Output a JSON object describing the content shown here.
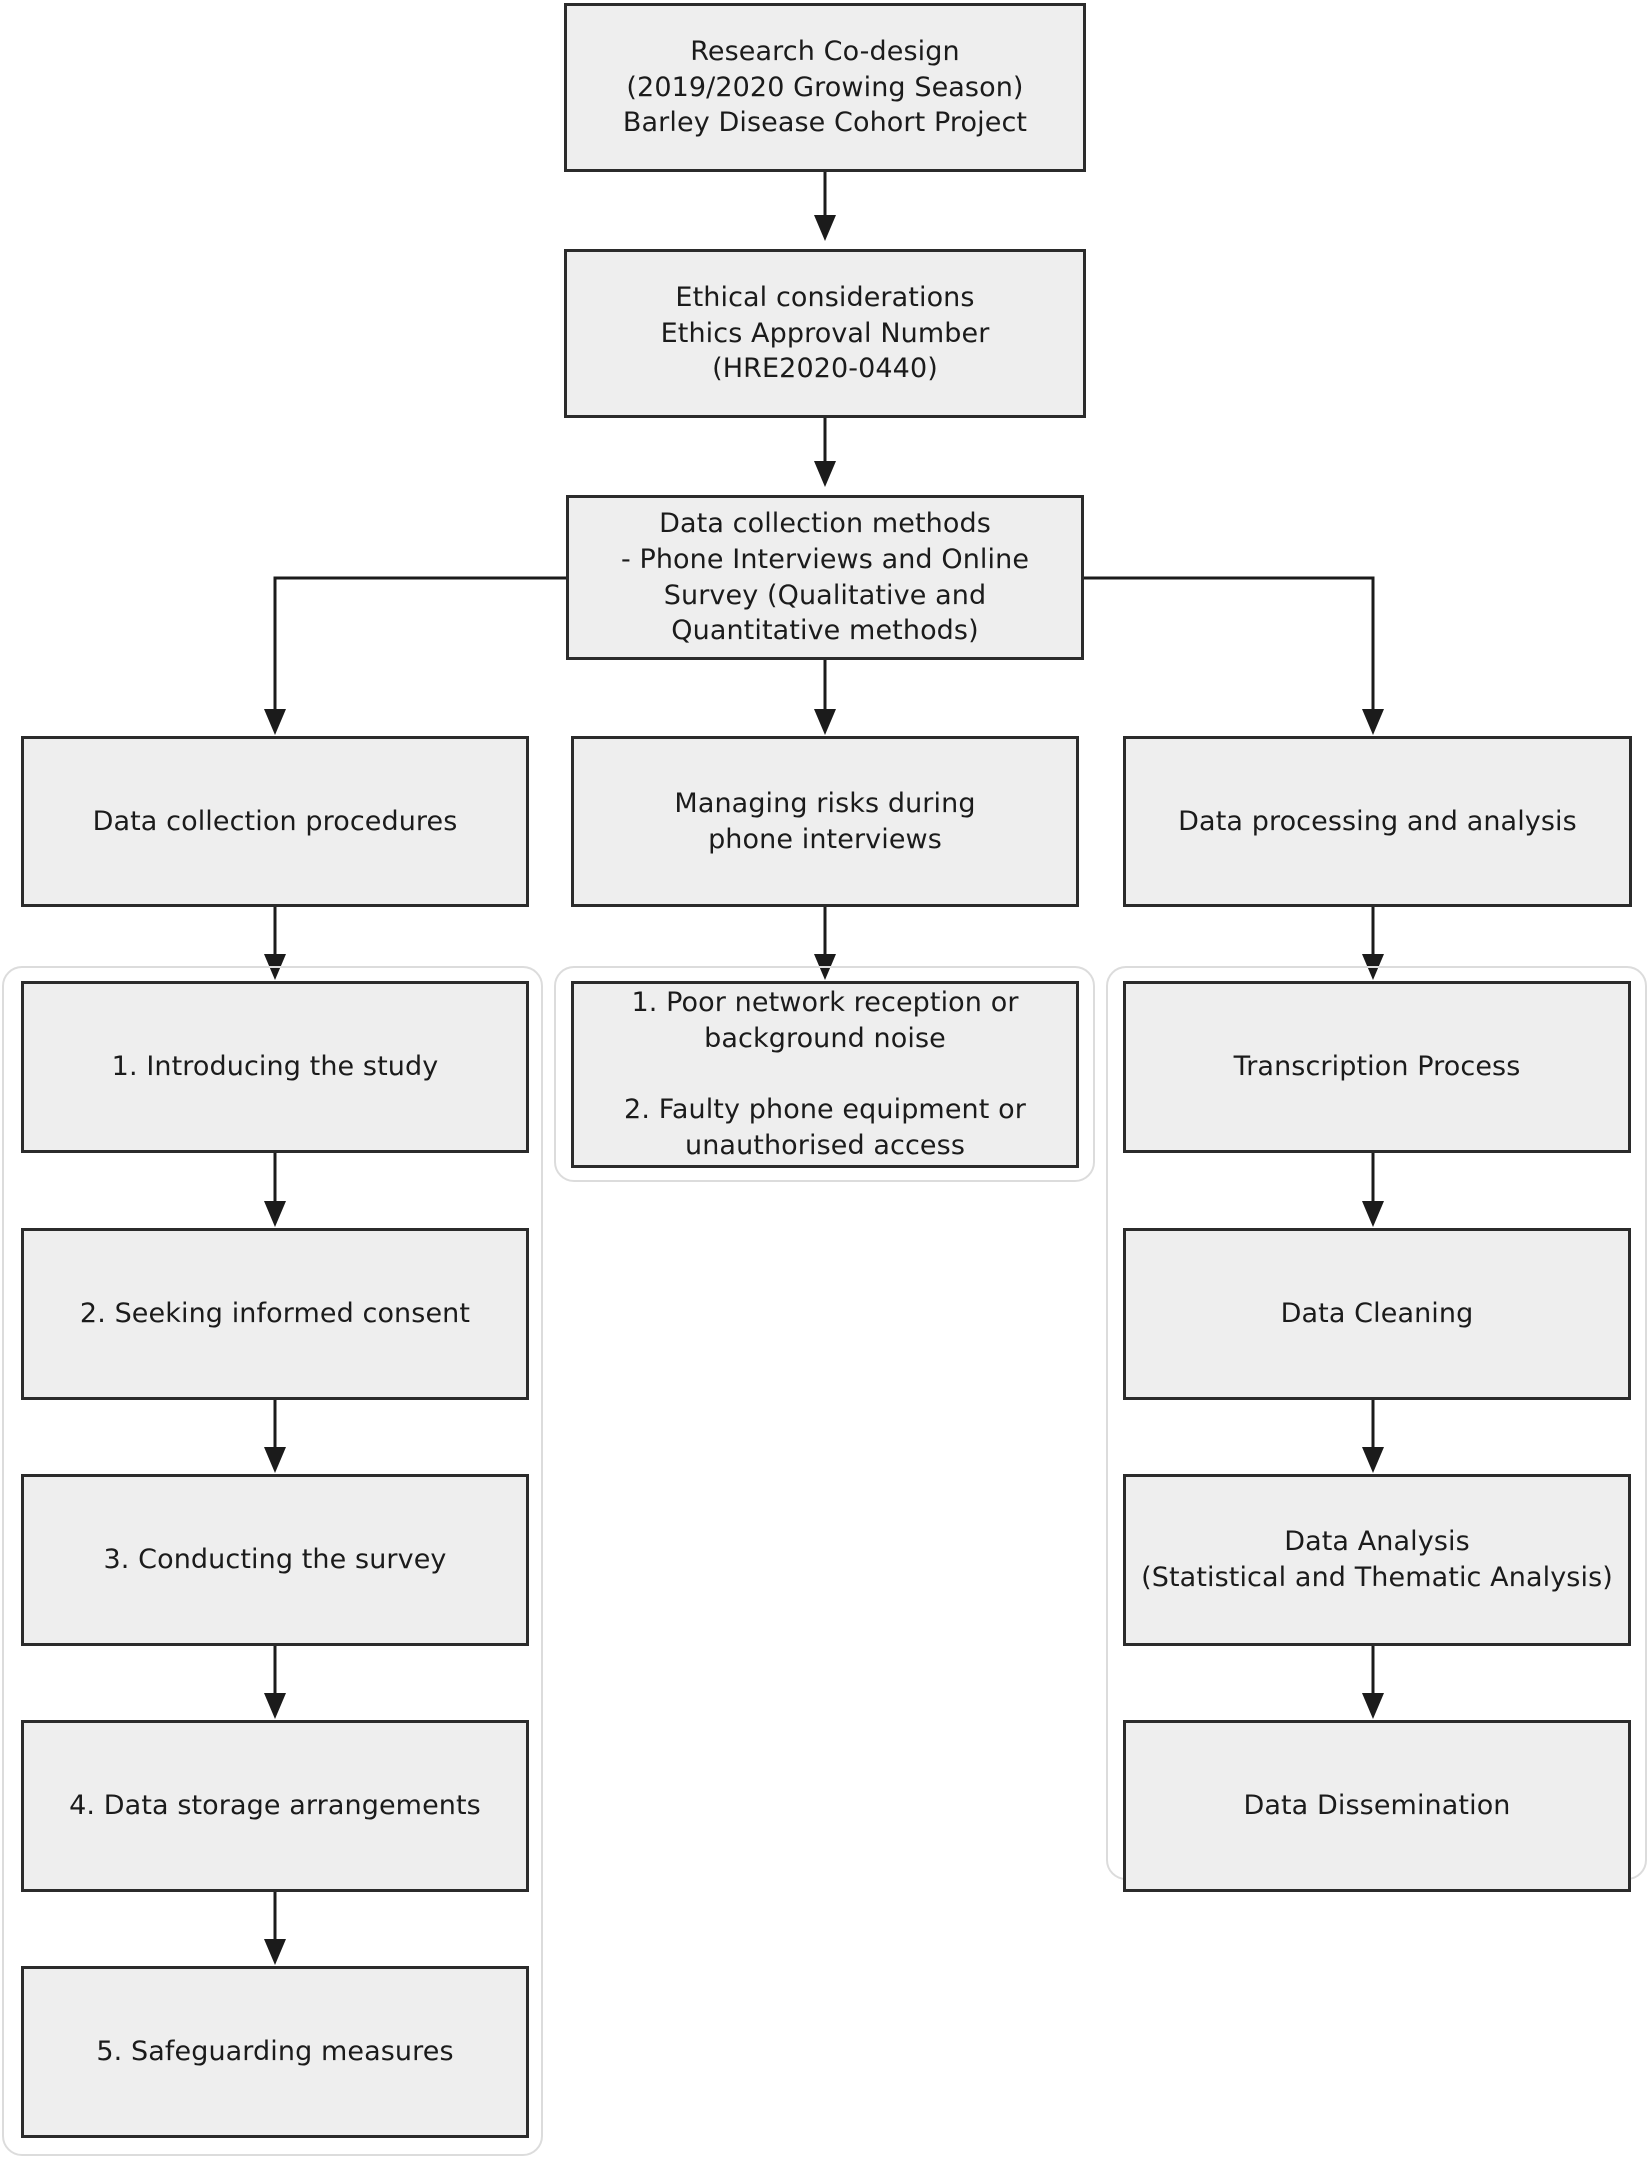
{
  "diagram": {
    "title": "Research methodology flowchart",
    "node_fill": "#eeeeee",
    "node_border": "#2b2b2b",
    "cluster_border": "#dcdcdc",
    "edge_color": "#1b1b1b",
    "background": "#ffffff"
  },
  "nodes": {
    "research_codesign": "Research Co-design\n(2019/2020 Growing Season)\nBarley Disease Cohort Project",
    "ethics": "Ethical considerations\nEthics Approval Number\n(HRE2020-0440)",
    "data_collection_methods": "Data collection methods\n- Phone Interviews and Online\nSurvey (Qualitative and\nQuantitative methods)",
    "data_collection_procedures": "Data collection procedures",
    "managing_risks": "Managing risks during\nphone interviews",
    "data_processing": "Data processing and analysis",
    "risks_list": "1. Poor network reception or\nbackground noise\n\n2. Faulty phone equipment or\nunauthorised access",
    "procedure_1": "1. Introducing the study",
    "procedure_2": "2. Seeking informed consent",
    "procedure_3": "3. Conducting the survey",
    "procedure_4": "4. Data storage arrangements",
    "procedure_5": "5. Safeguarding measures",
    "processing_1": "Transcription Process",
    "processing_2": "Data Cleaning",
    "processing_3": "Data Analysis\n(Statistical and Thematic Analysis)",
    "processing_4": "Data Dissemination"
  },
  "edges": [
    {
      "from": "research_codesign",
      "to": "ethics",
      "type": "arrow"
    },
    {
      "from": "ethics",
      "to": "data_collection_methods",
      "type": "arrow"
    },
    {
      "from": "data_collection_methods",
      "to": "data_collection_procedures",
      "type": "arrow"
    },
    {
      "from": "data_collection_methods",
      "to": "managing_risks",
      "type": "arrow"
    },
    {
      "from": "data_collection_methods",
      "to": "data_processing",
      "type": "arrow"
    },
    {
      "from": "data_collection_procedures",
      "to": "procedure_1",
      "type": "arrow"
    },
    {
      "from": "procedure_1",
      "to": "procedure_2",
      "type": "arrow"
    },
    {
      "from": "procedure_2",
      "to": "procedure_3",
      "type": "arrow"
    },
    {
      "from": "procedure_3",
      "to": "procedure_4",
      "type": "arrow"
    },
    {
      "from": "procedure_4",
      "to": "procedure_5",
      "type": "arrow"
    },
    {
      "from": "managing_risks",
      "to": "risks_list",
      "type": "arrow"
    },
    {
      "from": "data_processing",
      "to": "processing_1",
      "type": "arrow"
    },
    {
      "from": "processing_1",
      "to": "processing_2",
      "type": "arrow"
    },
    {
      "from": "processing_2",
      "to": "processing_3",
      "type": "arrow"
    },
    {
      "from": "processing_3",
      "to": "processing_4",
      "type": "arrow"
    }
  ]
}
